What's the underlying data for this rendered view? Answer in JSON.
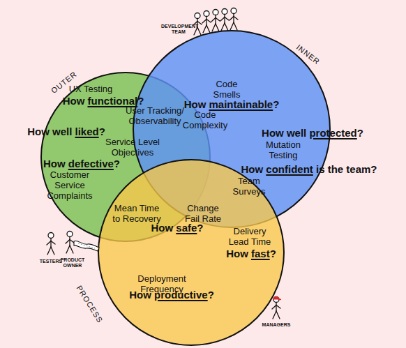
{
  "diagram": {
    "nodes": [
      {
        "text": [
          "OUTER",
          "UX Testing",
          "How functional?",
          "User Tracking/ Observability",
          "How well liked?",
          "How defective?",
          "Customer Service Complaints"
        ]
      },
      {
        "text": [
          "INNER",
          "Code Smells",
          "How maintainable?",
          "Code Complexity",
          "How well protected?",
          "Mutation Testing",
          "How confident is the team?"
        ]
      },
      {
        "text": [
          "PROCESS",
          "Delivery Lead Time",
          "How fast?",
          "Deployment Frequency",
          "How productive?"
        ]
      }
    ],
    "labels": [
      "DEVELOPMENT TEAM",
      "Service Level Objectives",
      "Team Surveys",
      "Mean Time to Recovery",
      "Change Fail Rate",
      "How safe?",
      "TESTERS",
      "PRODUCT OWNER",
      "MANAGERS"
    ]
  }
}
